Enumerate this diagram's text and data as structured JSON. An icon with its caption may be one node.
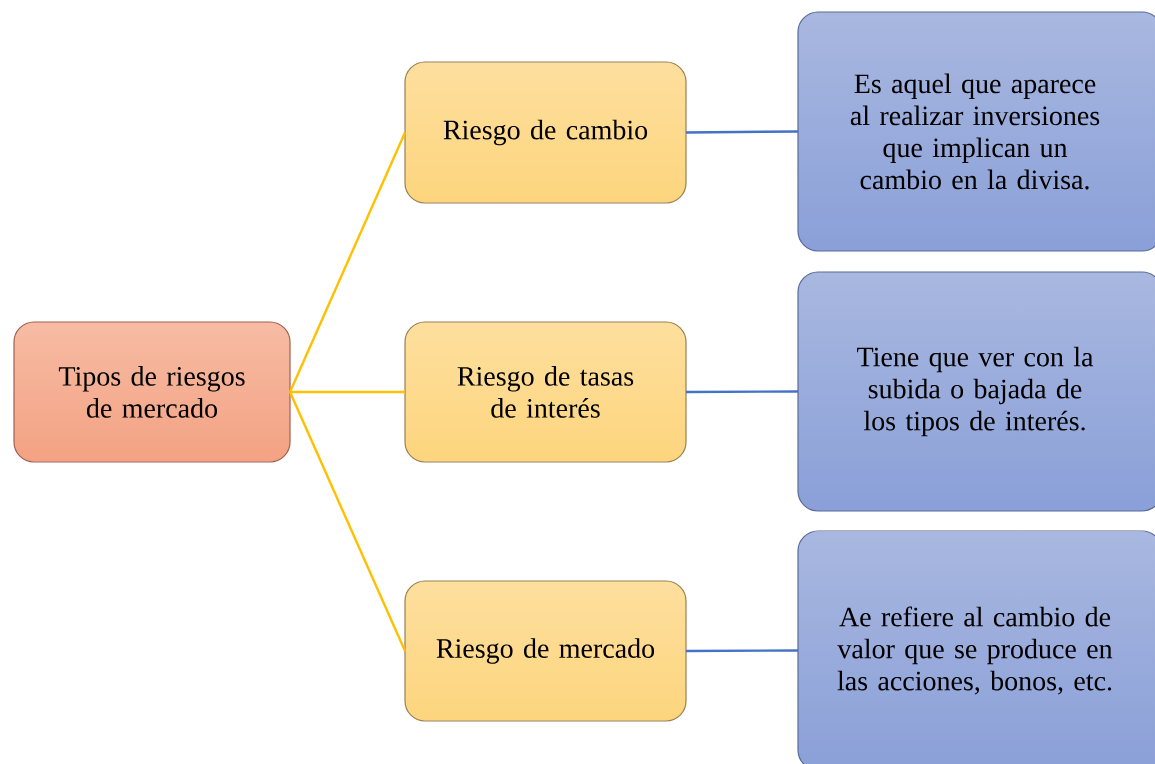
{
  "diagram": {
    "nodes": [
      {
        "text": [
          "Tipos de riesgos de mercado"
        ]
      },
      {
        "text": [
          "Riesgo de cambio"
        ]
      },
      {
        "text": [
          "Riesgo de tasas de interés"
        ]
      },
      {
        "text": [
          "Riesgo de mercado"
        ]
      },
      {
        "text": [
          "Es aquel que aparece al realizar inversiones que implican un cambio en la divisa."
        ]
      },
      {
        "text": [
          "Tiene que ver con la subida o bajada de los tipos de interés."
        ]
      },
      {
        "text": [
          "Ae refiere al cambio de valor que se produce en las acciones, bonos, etc."
        ]
      }
    ],
    "edges": [
      {
        "from": 0,
        "to": 1,
        "arrow": "none",
        "color": "#ffc000"
      },
      {
        "from": 0,
        "to": 2,
        "arrow": "none",
        "color": "#ffc000"
      },
      {
        "from": 0,
        "to": 3,
        "arrow": "none",
        "color": "#ffc000"
      },
      {
        "from": 1,
        "to": 4,
        "arrow": "none",
        "color": "#4472c4"
      },
      {
        "from": 2,
        "to": 5,
        "arrow": "none",
        "color": "#4472c4"
      },
      {
        "from": 3,
        "to": 6,
        "arrow": "none",
        "color": "#4472c4"
      }
    ]
  }
}
